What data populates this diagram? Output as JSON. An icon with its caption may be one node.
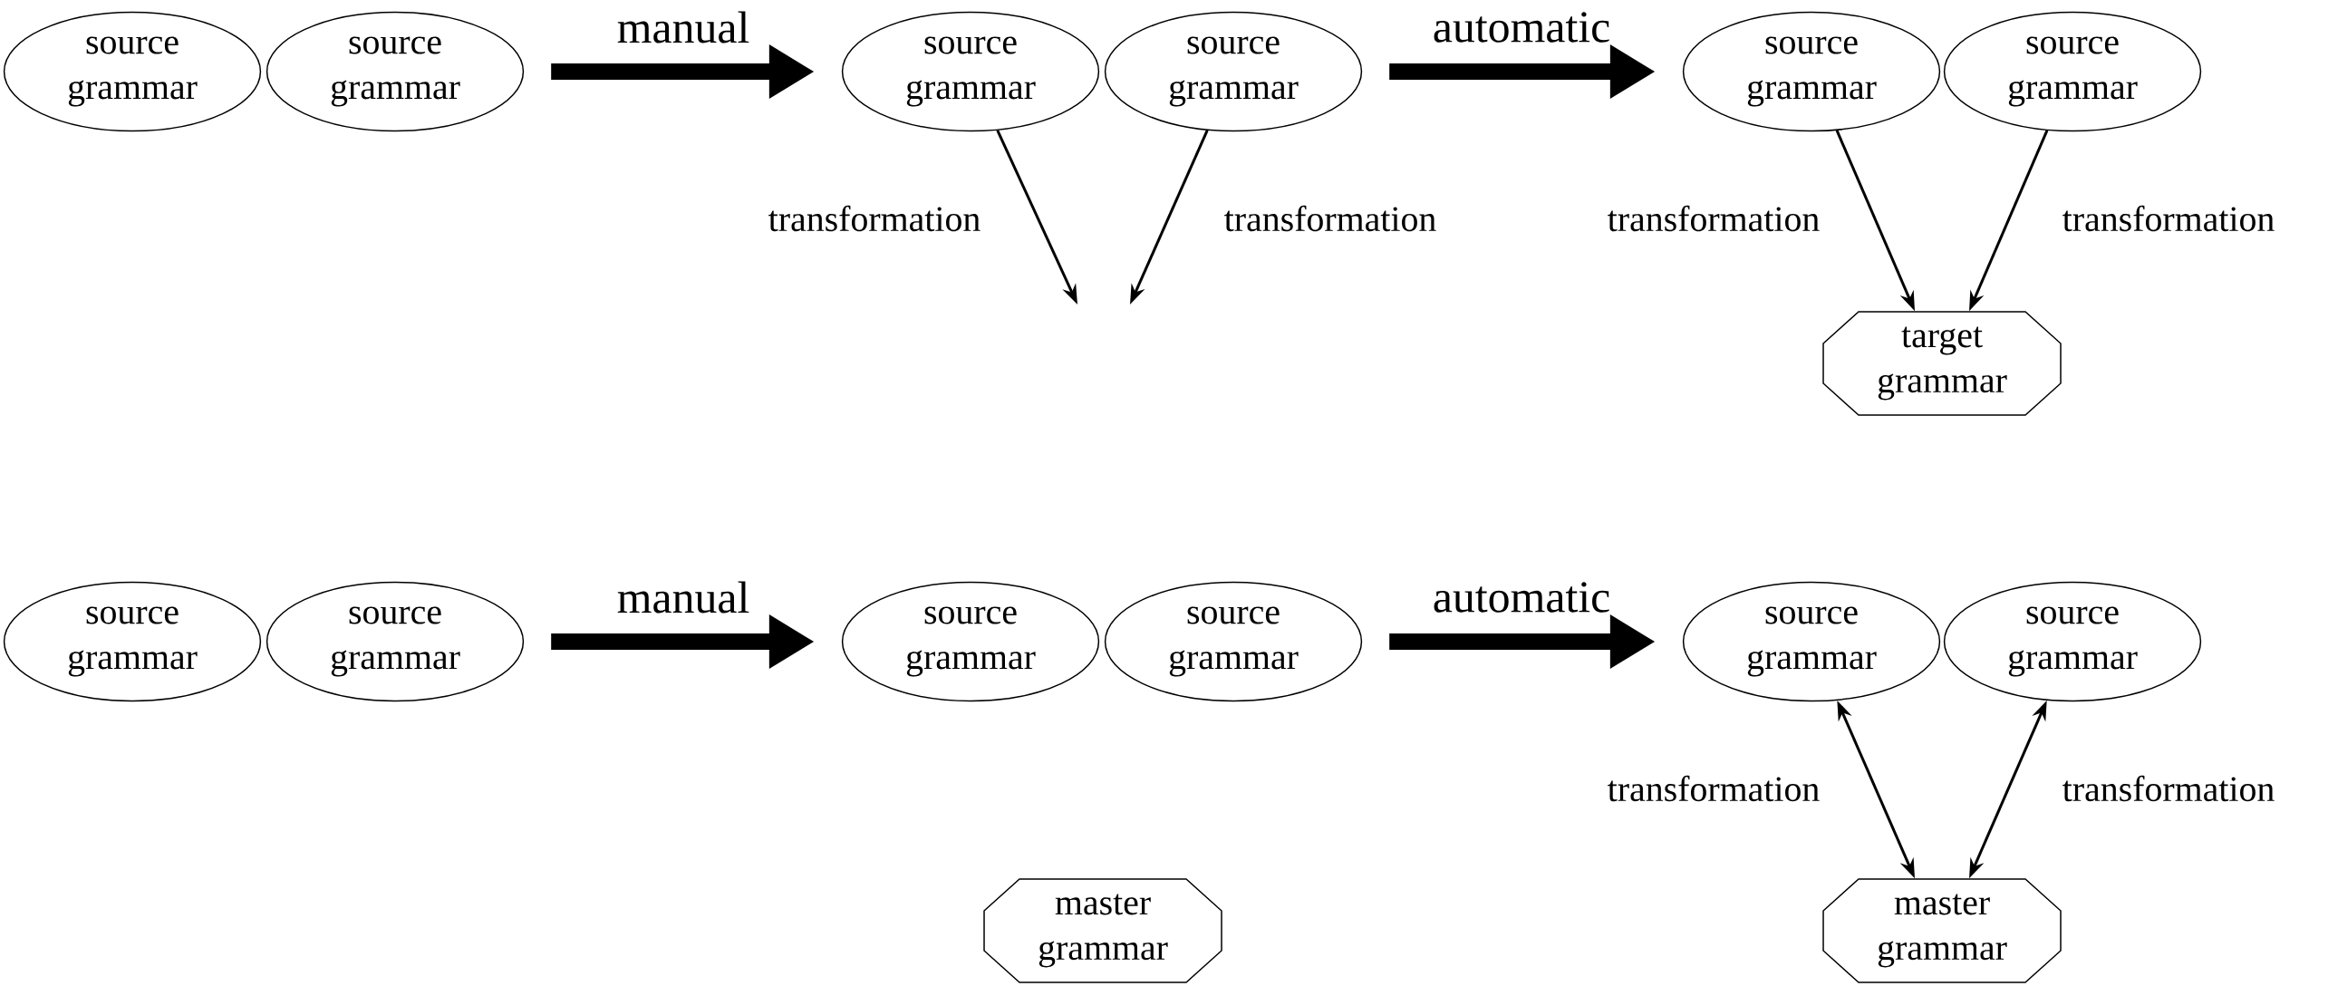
{
  "diagram": {
    "nodes": [
      {
        "text": [
          "source grammar"
        ]
      },
      {
        "text": [
          "source grammar"
        ]
      },
      {
        "text": [
          "source grammar"
        ]
      },
      {
        "text": [
          "source grammar"
        ]
      },
      {
        "text": [
          "source grammar"
        ]
      },
      {
        "text": [
          "source grammar"
        ]
      },
      {
        "text": [
          "target grammar"
        ]
      },
      {
        "text": [
          "source grammar"
        ]
      },
      {
        "text": [
          "source grammar"
        ]
      },
      {
        "text": [
          "source grammar"
        ]
      },
      {
        "text": [
          "source grammar"
        ]
      },
      {
        "text": [
          "source grammar"
        ]
      },
      {
        "text": [
          "source grammar"
        ]
      },
      {
        "text": [
          "master grammar"
        ]
      },
      {
        "text": [
          "master grammar"
        ]
      }
    ],
    "edges": [
      {
        "from": 1,
        "to": 2,
        "arrow": "to",
        "label": "manual",
        "style": "thick"
      },
      {
        "from": 3,
        "to": 4,
        "arrow": "to",
        "label": "automatic",
        "style": "thick"
      },
      {
        "from": 2,
        "to": null,
        "arrow": "to",
        "label": "transformation"
      },
      {
        "from": 3,
        "to": null,
        "arrow": "to",
        "label": "transformation"
      },
      {
        "from": 4,
        "to": 6,
        "arrow": "to",
        "label": "transformation"
      },
      {
        "from": 5,
        "to": 6,
        "arrow": "to",
        "label": "transformation"
      },
      {
        "from": 8,
        "to": 9,
        "arrow": "to",
        "label": "manual",
        "style": "thick"
      },
      {
        "from": 10,
        "to": 11,
        "arrow": "to",
        "label": "automatic",
        "style": "thick"
      },
      {
        "from": 11,
        "to": 14,
        "arrow": "both",
        "label": "transformation"
      },
      {
        "from": 12,
        "to": 14,
        "arrow": "both",
        "label": "transformation"
      }
    ]
  }
}
